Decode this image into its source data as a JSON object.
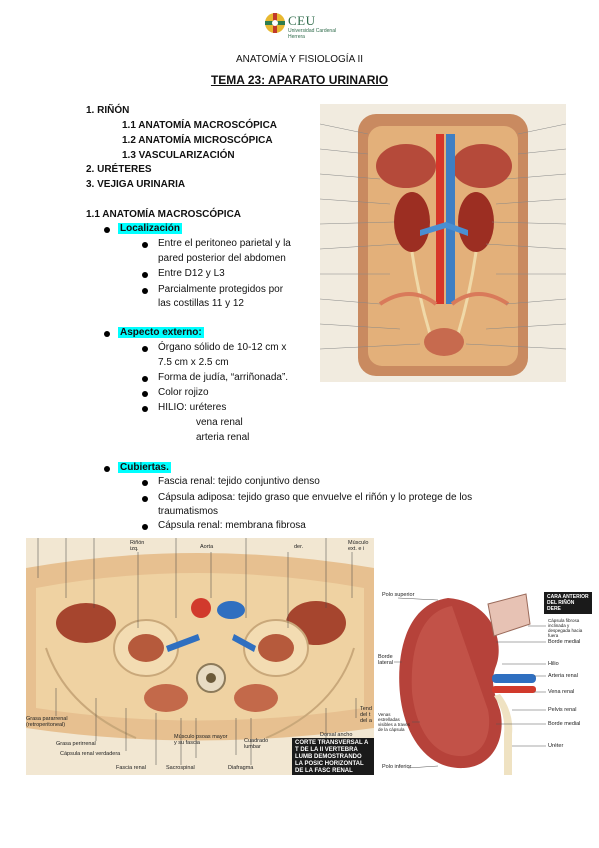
{
  "header": {
    "logo_text": "CEU",
    "logo_sub": "Universidad Cardenal Herrera",
    "course": "ANATOMÍA Y FISIOLOGÍA II",
    "topic": "TEMA 23: APARATO URINARIO"
  },
  "index": {
    "items": [
      {
        "label": "1. RIÑÓN"
      },
      {
        "label": "1.1 ANATOMÍA MACROSCÓPICA"
      },
      {
        "label": "1.2 ANATOMÍA MICROSCÓPICA"
      },
      {
        "label": "1.3 VASCULARIZACIÓN"
      },
      {
        "label": "2. URÉTERES"
      },
      {
        "label": "3. VEJIGA URINARIA"
      }
    ]
  },
  "section": {
    "heading": "1.1 ANATOMÍA MACROSCÓPICA",
    "localizacion": {
      "title": "Localización",
      "bullets": [
        "Entre el peritoneo parietal y la",
        "pared posterior del abdomen",
        "Entre D12 y L3",
        "Parcialmente protegidos por",
        "las costillas 11 y 12"
      ]
    },
    "aspecto": {
      "title": "Aspecto externo:",
      "bullets": [
        "Órgano sólido de 10-12  cm x",
        "7.5 cm x 2.5 cm",
        "Forma de judía, “arriñonada”.",
        "Color rojizo",
        "HILIO:  uréteres",
        "vena renal",
        "arteria renal"
      ]
    },
    "cubiertas": {
      "title": "Cubiertas.",
      "bullets": [
        "Fascia renal: tejido conjuntivo denso",
        "Cápsula adiposa: tejido graso que envuelve el riñón y lo protege de los",
        "traumatismos",
        "Cápsula renal: membrana fibrosa"
      ]
    }
  },
  "figure_cross": {
    "top_labels": [
      "Riñón izq.",
      "Aorta",
      "der.",
      "Músculo ext. e i"
    ],
    "bottom_labels": [
      "Grasa pararrenal (retroperitoneal)",
      "Grasa perirrenal",
      "Cápsula renal verdadera",
      "Fascia renal",
      "Músculo psoas mayor y su fascia",
      "Sacrospinal",
      "Cuadrado lumbar",
      "Diafragma",
      "Dorsal ancho",
      "Tend del t del a"
    ],
    "caption": "CORTE TRANSVERSAL A T DE LA II VERTEBRA LUMB DEMOSTRANDO LA POSIC HORIZONTAL DE LA FASC RENAL"
  },
  "figure_kidney": {
    "caption": "CARA ANTERIOR DEL RIÑÓN DERE",
    "labels": [
      "Polo superior",
      "Borde lateral",
      "Cápsula fibrosa inclinada y despegada hacia fuera",
      "Borde medial",
      "Hilio",
      "Arteria renal",
      "Vena renal",
      "Pelvis renal",
      "Borde medial",
      "Uréter",
      "Venas estrelladas visibles a través de la cápsula",
      "Polo inferior"
    ]
  }
}
